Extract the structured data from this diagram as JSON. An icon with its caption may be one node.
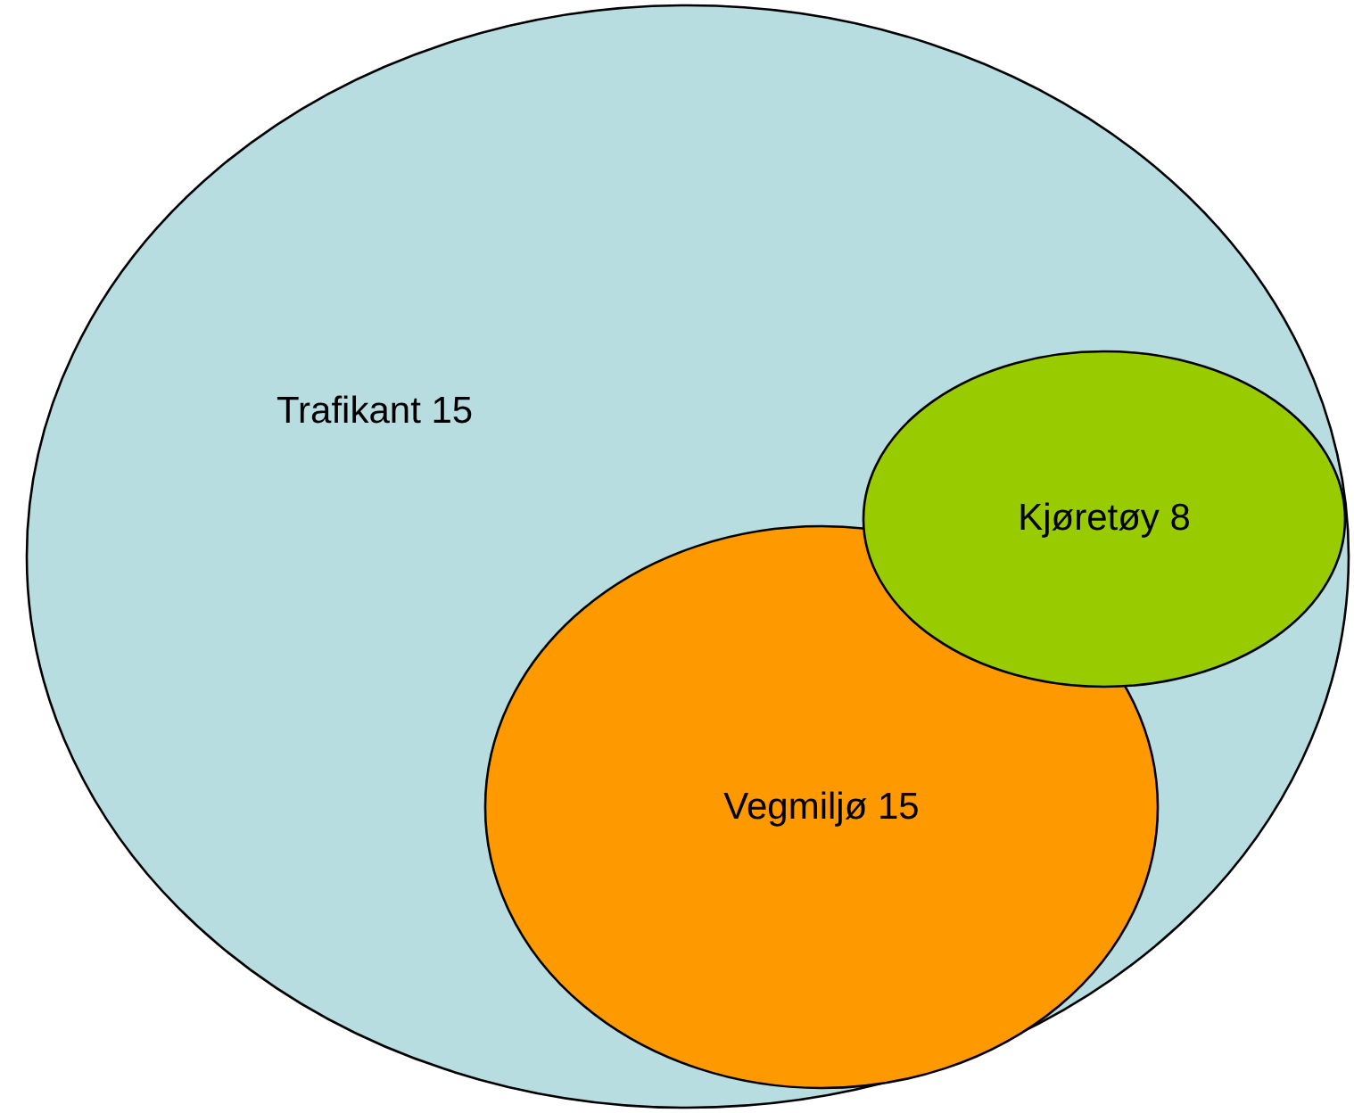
{
  "diagram": {
    "nodes": [
      {
        "text": [
          "Trafikant 15"
        ]
      },
      {
        "text": [
          "Kjøretøy 8"
        ],
        "in": 0
      },
      {
        "text": [
          "Vegmiljø 15"
        ],
        "in": 0
      }
    ]
  }
}
